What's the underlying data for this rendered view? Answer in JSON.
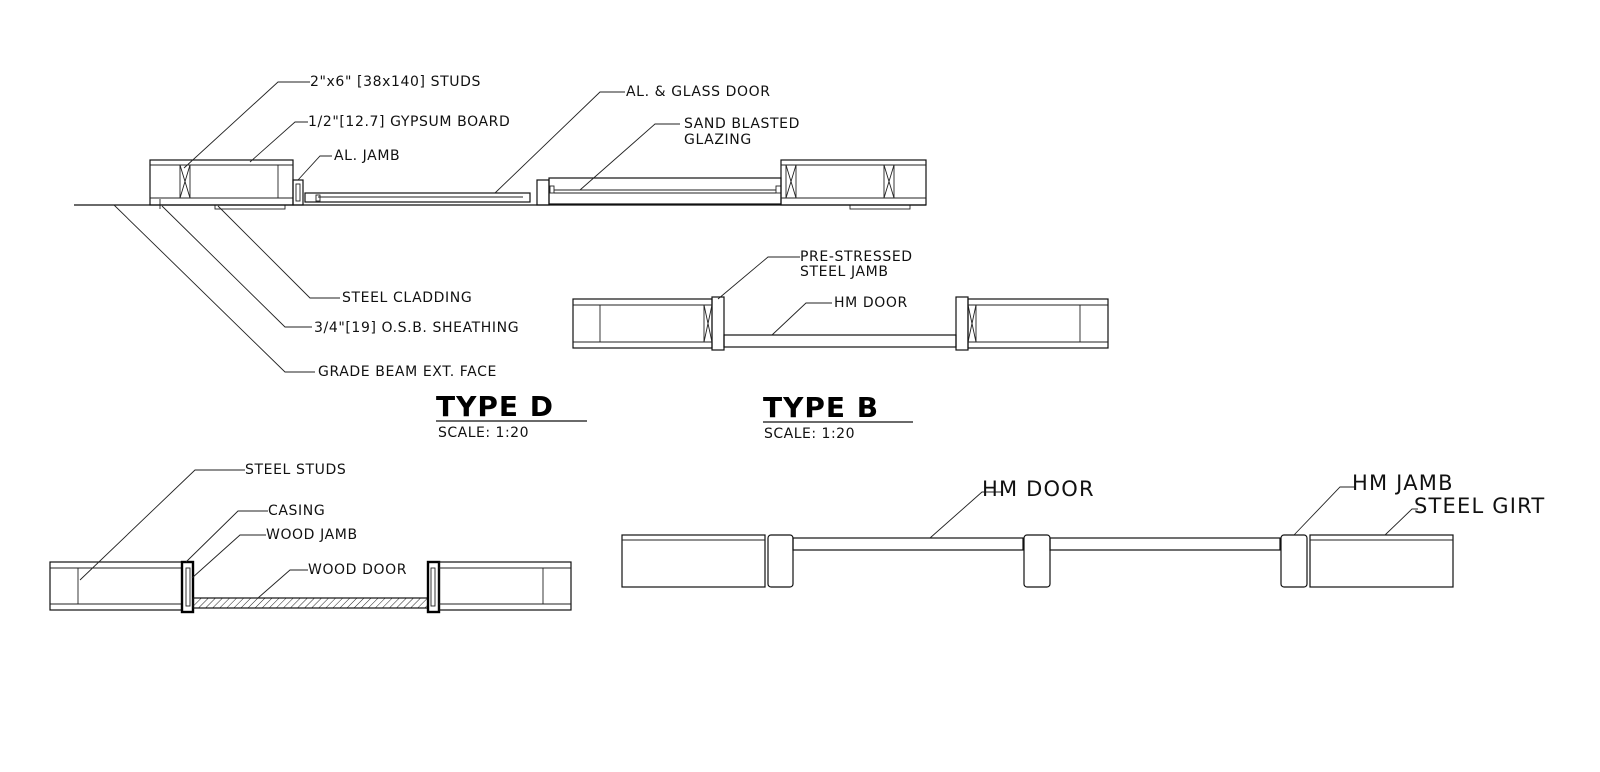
{
  "detail_d": {
    "title": "TYPE D",
    "scale": "SCALE: 1:20",
    "labels": {
      "studs": "2\"x6\" [38x140] STUDS",
      "gypsum": "1/2\"[12.7] GYPSUM BOARD",
      "al_jamb": "AL. JAMB",
      "door": "AL. & GLASS DOOR",
      "sand_blasted_1": "SAND BLASTED",
      "sand_blasted_2": "GLAZING",
      "cladding": "STEEL CLADDING",
      "osb": "3/4\"[19] O.S.B. SHEATHING",
      "grade_beam": "GRADE BEAM EXT. FACE"
    }
  },
  "detail_b": {
    "title": "TYPE B",
    "scale": "SCALE: 1:20",
    "labels": {
      "jamb_1": "PRE-STRESSED",
      "jamb_2": "STEEL JAMB",
      "door": "HM DOOR"
    }
  },
  "detail_wood": {
    "labels": {
      "studs": "STEEL STUDS",
      "casing": "CASING",
      "jamb": "WOOD JAMB",
      "door": "WOOD DOOR"
    }
  },
  "detail_double": {
    "labels": {
      "door": "HM DOOR",
      "jamb": "HM JAMB",
      "girt": "STEEL GIRT"
    }
  }
}
